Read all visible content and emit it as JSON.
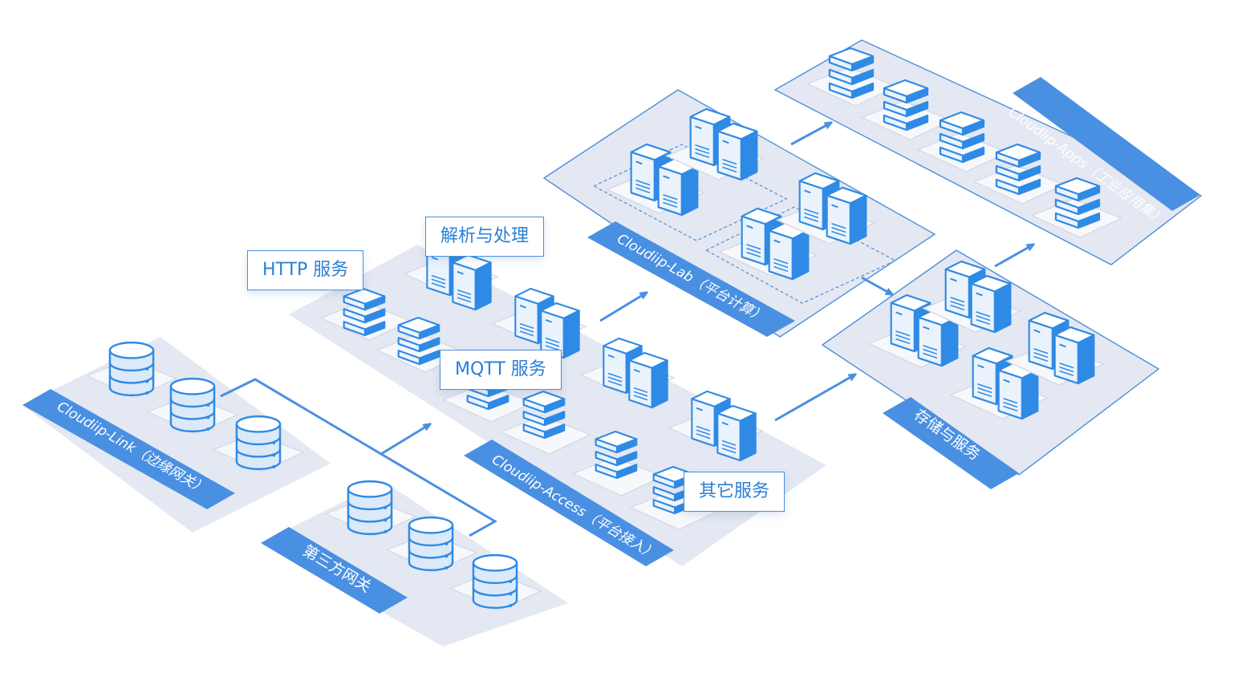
{
  "zones": {
    "link": "Cloudiip-Link（边缘网关）",
    "third_party": "第三方网关",
    "access": "Cloudiip-Access（平台接入）",
    "lab": "Cloudiip-Lab（平台计算）",
    "apps": "Cloudiip-Apps（工业应用集）",
    "storage": "存储与服务"
  },
  "callouts": {
    "parse": "解析与处理",
    "http": "HTTP 服务",
    "mqtt": "MQTT 服务",
    "other": "其它服务"
  },
  "colors": {
    "platform": "#e4e8f2",
    "platform_border": "#4a90d9",
    "label_band": "#4a90e2",
    "device_blue": "#2f8ae5",
    "device_face": "#ffffff",
    "arrow": "#4a90e2"
  },
  "icons": {
    "database": "database-icon",
    "server_tower": "server-tower-icon",
    "switch_stack": "switch-stack-icon"
  }
}
